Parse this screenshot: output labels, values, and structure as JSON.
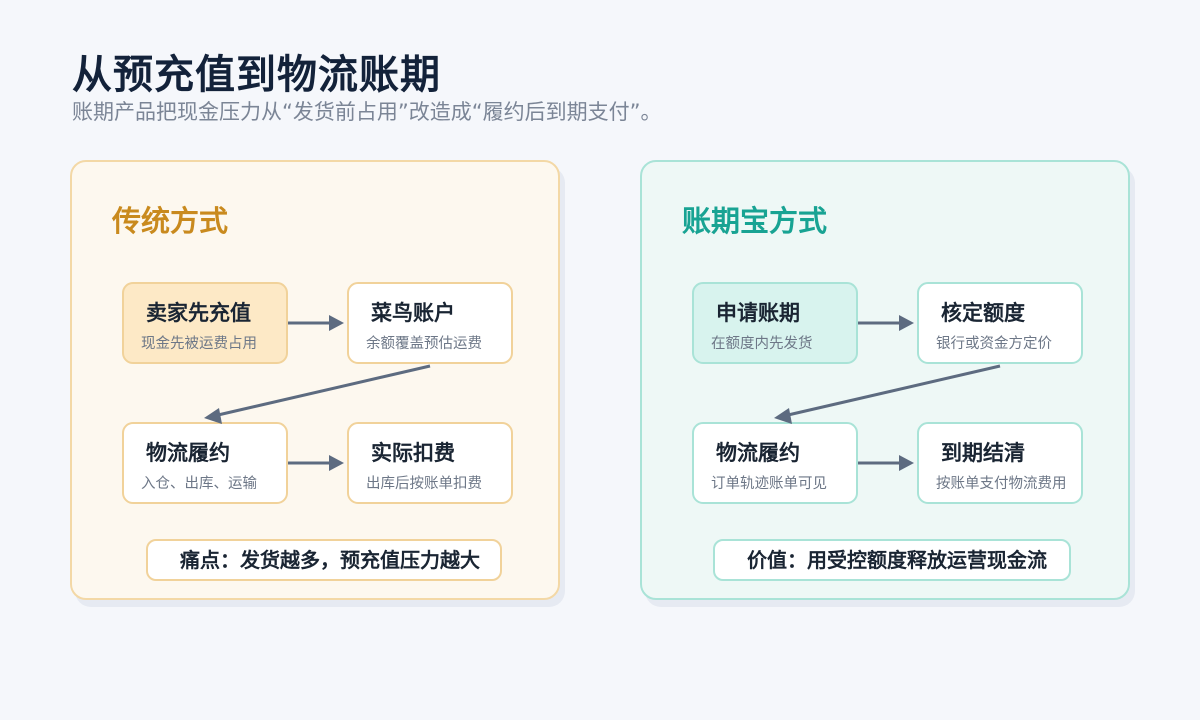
{
  "header": {
    "title": "从预充值到物流账期",
    "subtitle": "账期产品把现金压力从“发货前占用”改造成“履约后到期支付”。"
  },
  "colors": {
    "left_accent": "#c98a1e",
    "right_accent": "#18a393",
    "arrow": "#5d6b80"
  },
  "panels": [
    {
      "title": "传统方式",
      "nodes": [
        {
          "title": "卖家先充值",
          "desc": "现金先被运费占用"
        },
        {
          "title": "菜鸟账户",
          "desc": "余额覆盖预估运费"
        },
        {
          "title": "物流履约",
          "desc": "入仓、出库、运输"
        },
        {
          "title": "实际扣费",
          "desc": "出库后按账单扣费"
        }
      ],
      "note": "痛点：发货越多，预充值压力越大"
    },
    {
      "title": "账期宝方式",
      "nodes": [
        {
          "title": "申请账期",
          "desc": "在额度内先发货"
        },
        {
          "title": "核定额度",
          "desc": "银行或资金方定价"
        },
        {
          "title": "物流履约",
          "desc": "订单轨迹账单可见"
        },
        {
          "title": "到期结清",
          "desc": "按账单支付物流费用"
        }
      ],
      "note": "价值：用受控额度释放运营现金流"
    }
  ]
}
